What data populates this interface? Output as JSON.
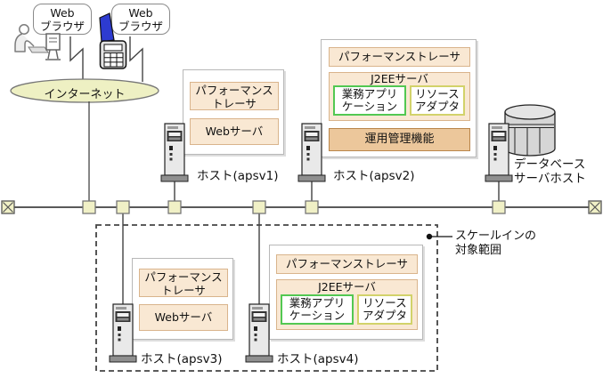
{
  "colors": {
    "tracer_box_bg": "#f9e8d3",
    "tracer_box_border": "#d9b48c",
    "mgmt_box_bg": "#ecc79b",
    "mgmt_box_border": "#b9854a",
    "app_box_border": "#52c852",
    "adapter_box_border": "#d2d26a",
    "internet_fill": "#eef0c3",
    "network_node_fill": "#f0f0c6"
  },
  "clients": {
    "user_browser": {
      "line1": "Web",
      "line2": "ブラウザ"
    },
    "mobile_browser": {
      "line1": "Web",
      "line2": "ブラウザ"
    }
  },
  "internet": {
    "label": "インターネット"
  },
  "hosts": {
    "apsv1": {
      "label": "ホスト(apsv1)",
      "tracer1": "パフォーマンス",
      "tracer2": "トレーサ",
      "web": "Webサーバ"
    },
    "apsv2": {
      "label": "ホスト(apsv2)",
      "tracer": "パフォーマンストレーサ",
      "j2ee": "J2EEサーバ",
      "app1": "業務アプリ",
      "app2": "ケーション",
      "ra1": "リソース",
      "ra2": "アダプタ",
      "mgmt": "運用管理機能"
    },
    "apsv3": {
      "label": "ホスト(apsv3)",
      "tracer1": "パフォーマンス",
      "tracer2": "トレーサ",
      "web": "Webサーバ"
    },
    "apsv4": {
      "label": "ホスト(apsv4)",
      "tracer": "パフォーマンストレーサ",
      "j2ee": "J2EEサーバ",
      "app1": "業務アプリ",
      "app2": "ケーション",
      "ra1": "リソース",
      "ra2": "アダプタ"
    },
    "database": {
      "label1": "データベース",
      "label2": "サーバホスト"
    }
  },
  "annotation": {
    "line1": "スケールインの",
    "line2": "対象範囲"
  },
  "icons": {
    "user": "person-at-terminal-icon",
    "mobile": "mobile-phone-icon",
    "server": "server-tower-icon",
    "database": "database-cylinder-icon",
    "network_tap": "network-node-box",
    "network_end": "network-terminator-x"
  }
}
